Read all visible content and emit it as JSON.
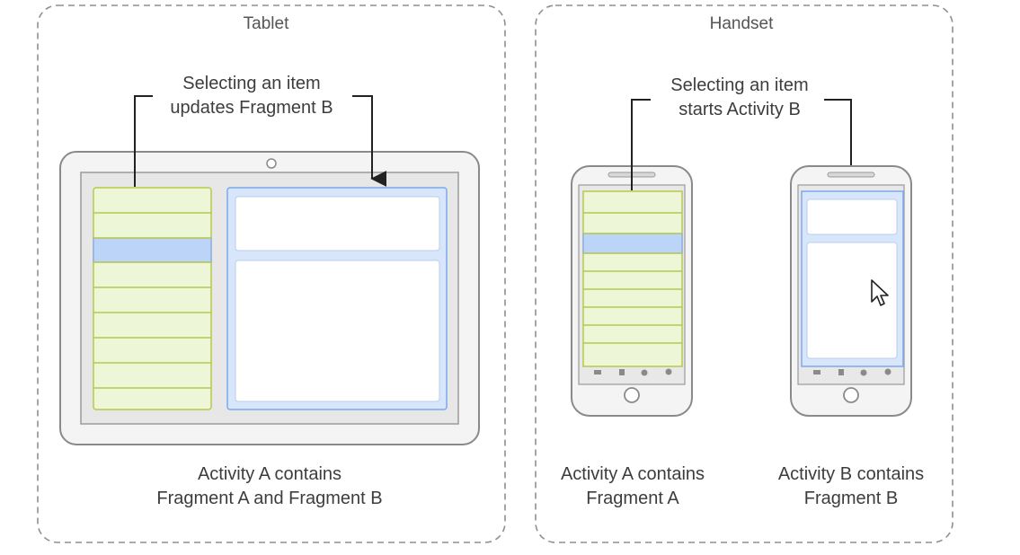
{
  "panels": {
    "tablet": {
      "title": "Tablet",
      "annotation": "Selecting an item\nupdates Fragment B",
      "caption": "Activity A contains\nFragment A and Fragment B"
    },
    "handset": {
      "title": "Handset",
      "annotation": "Selecting an item\nstarts Activity B",
      "caption_a": "Activity A contains\nFragment A",
      "caption_b": "Activity B contains\nFragment B"
    }
  },
  "colors": {
    "fragment_a_fill": "#eef6d8",
    "fragment_a_stroke": "#b7c84a",
    "fragment_b_fill": "#d7e6fb",
    "fragment_b_stroke": "#7fa7ee",
    "selected_row": "#bcd4f8",
    "device_stroke": "#8a8a8a",
    "dashed_border": "#8f8f8f"
  },
  "icons": {
    "pointer": "mouse-cursor-icon"
  }
}
